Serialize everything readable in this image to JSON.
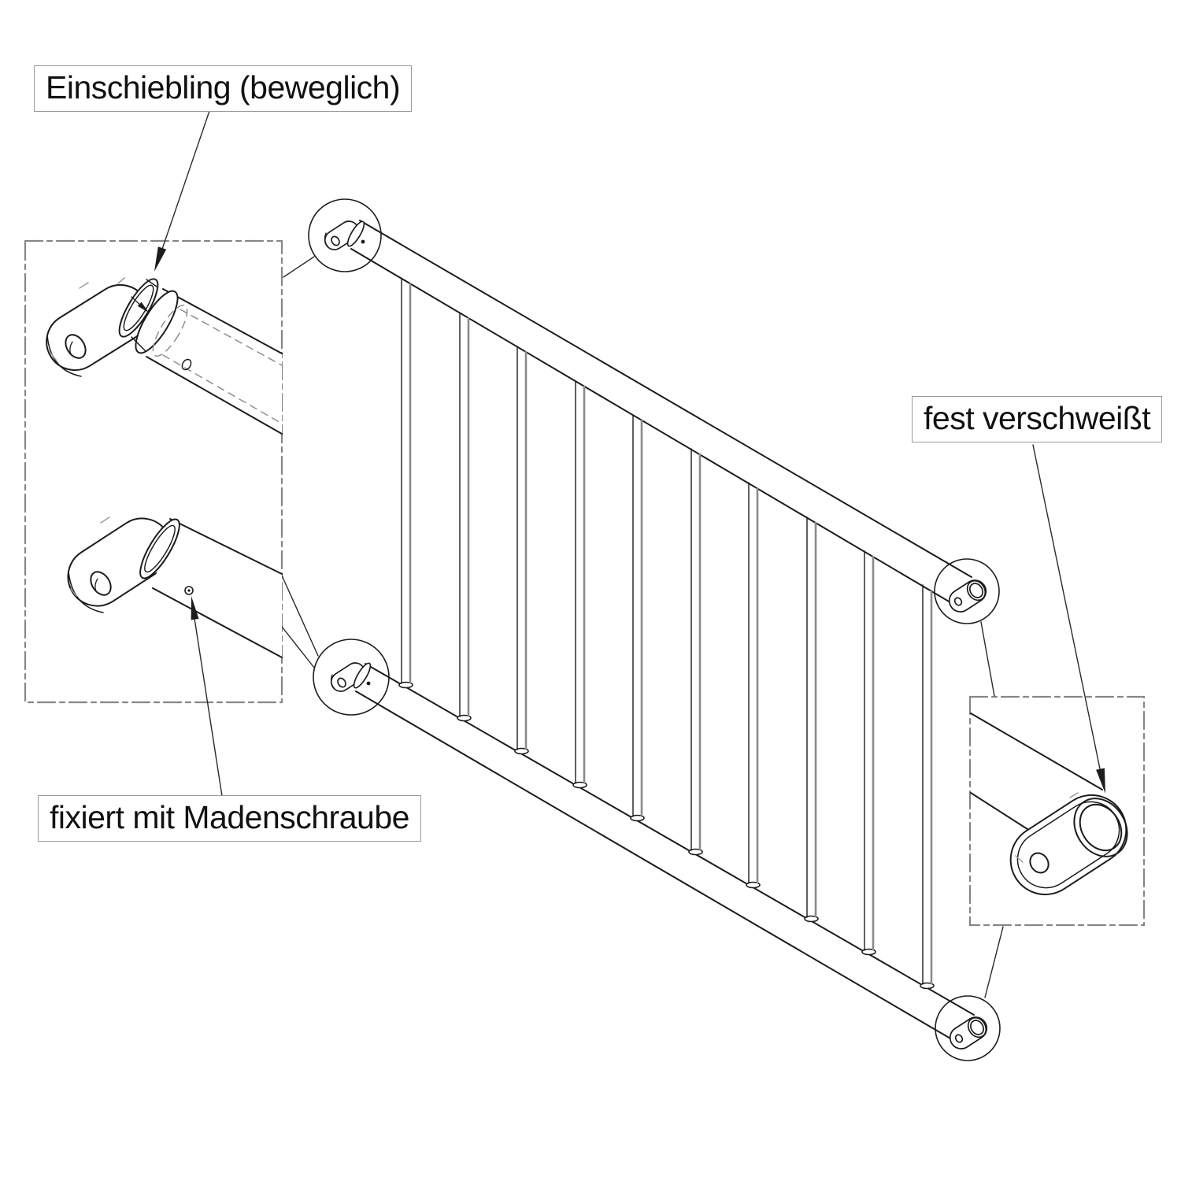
{
  "drawing": {
    "type": "technical-assembly-diagram",
    "background_color": "#ffffff",
    "line_color": "#1c1c1c",
    "secondary_line_color": "#868686",
    "labels": {
      "einschiebling": "Einschiebling (beweglich)",
      "fest_verschweisst": "fest verschweißt",
      "fixiert": "fixiert mit Madenschraube"
    },
    "railing": {
      "vertical_bars": 10,
      "detail_circles": 4,
      "detail_boxes": 2
    }
  }
}
